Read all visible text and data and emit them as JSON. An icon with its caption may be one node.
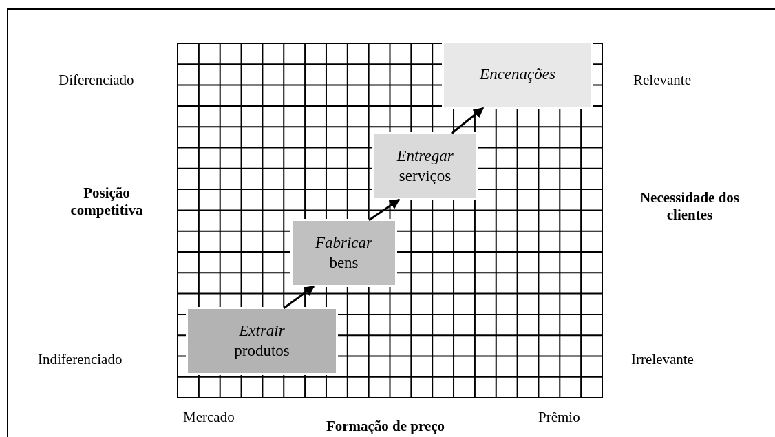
{
  "diagram": {
    "nodes": [
      {
        "text": [
          "*Extrair* produtos"
        ]
      },
      {
        "text": [
          "*Fabricar* bens"
        ]
      },
      {
        "text": [
          "*Entregar* serviços"
        ]
      },
      {
        "text": [
          "*Encenações*"
        ]
      }
    ],
    "edges": [
      {
        "from": 0,
        "to": 1,
        "arrow": "to"
      },
      {
        "from": 1,
        "to": 2,
        "arrow": "to"
      },
      {
        "from": 2,
        "to": 3,
        "arrow": "to"
      }
    ],
    "labels": [
      "Diferenciado",
      "Relevante",
      "Posição competitiva",
      "Necessidade dos clientes",
      "Indiferenciado",
      "Irrelevante",
      "Mercado",
      "Prêmio",
      "Formação de preço"
    ]
  }
}
